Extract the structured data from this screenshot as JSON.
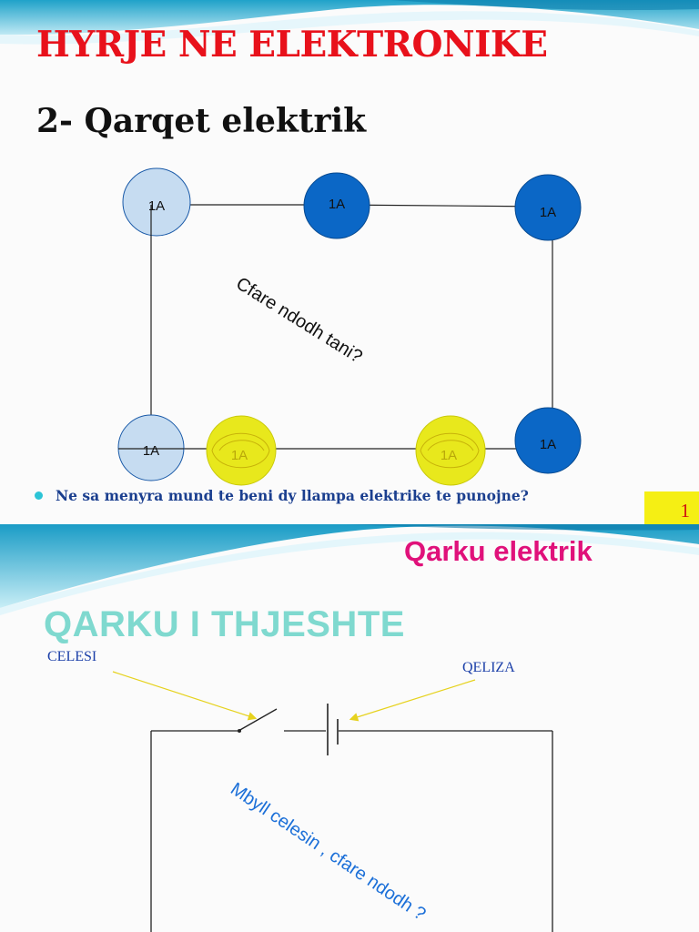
{
  "slide1": {
    "title": "HYRJE NE ELEKTRONIKE",
    "subtitle": "2- Qarqet elektrik",
    "annotation": "Cfare ndodh tani?",
    "bullet": "Ne sa menyra mund te beni dy llampa elektrike te punojne?",
    "page_number": "1",
    "circuit": {
      "nodes": [
        {
          "label": "1A",
          "state": "light"
        },
        {
          "label": "1A",
          "state": "dark"
        },
        {
          "label": "1A",
          "state": "dark"
        },
        {
          "label": "1A",
          "state": "light"
        },
        {
          "label": "1A",
          "state": "lamp"
        },
        {
          "label": "1A",
          "state": "lamp"
        },
        {
          "label": "1A",
          "state": "dark"
        }
      ]
    },
    "colors": {
      "title": "#e8111b",
      "light_node": "#c6dcf1",
      "dark_node": "#0b67c6",
      "lamp": "#e8e81c",
      "accent": "#2cc4d6"
    }
  },
  "slide2": {
    "header": "Qarku elektrik",
    "subtitle": "QARKU I THJESHTE",
    "label_switch": "CELESI",
    "label_cell": "QELIZA",
    "annotation": "Mbyll celesin , cfare ndodh ?",
    "colors": {
      "header": "#e0117a",
      "subtitle": "#7fd9cf",
      "labels": "#1b3fa8",
      "arrows": "#e6d21e"
    }
  }
}
